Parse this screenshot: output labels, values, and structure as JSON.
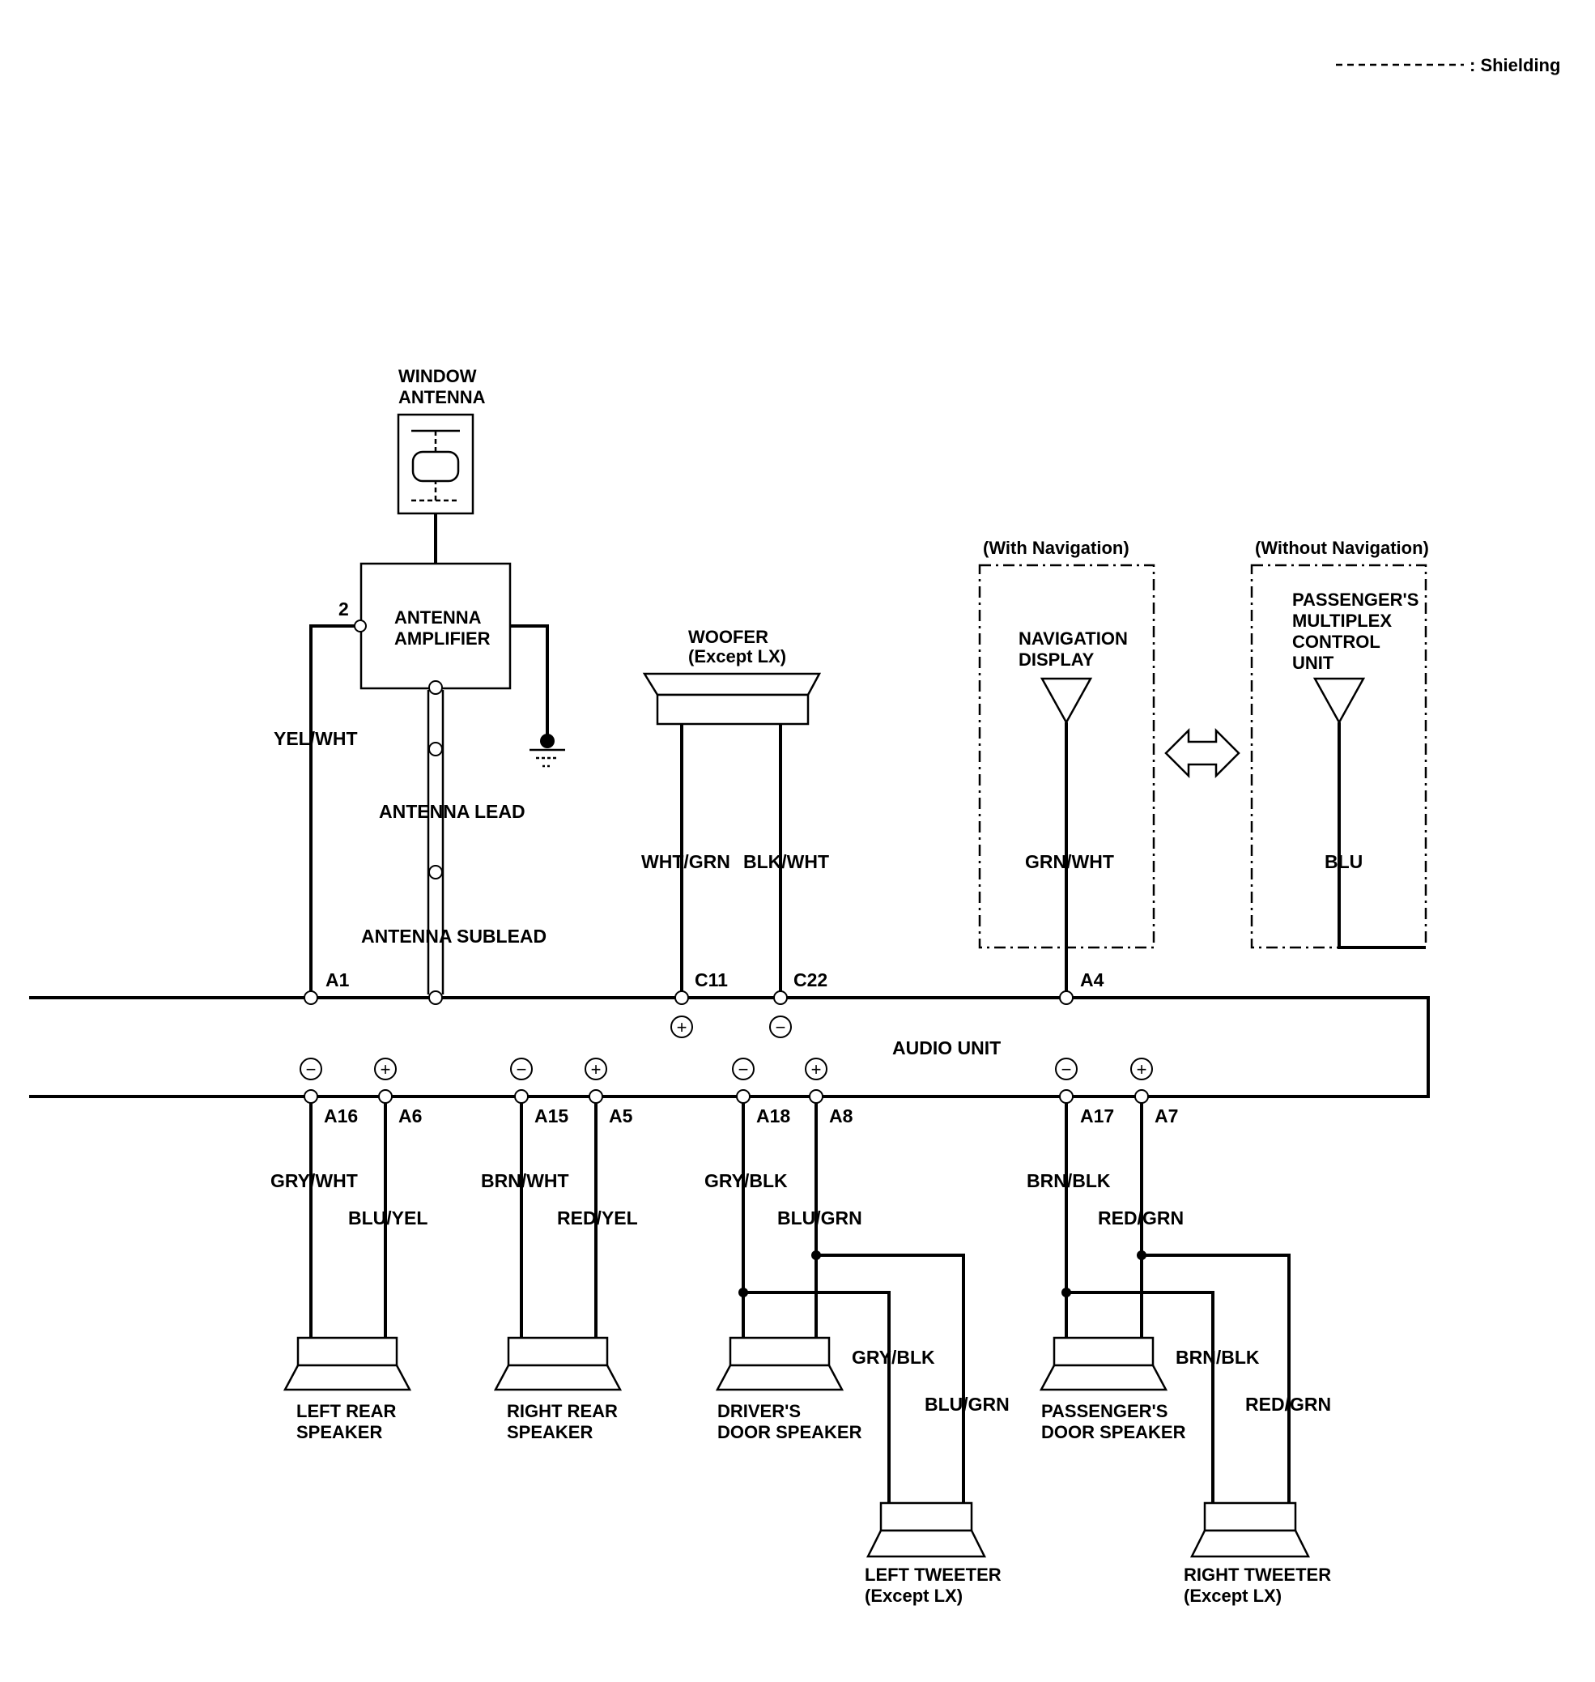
{
  "legend": {
    "shielding_label": ": Shielding"
  },
  "components": {
    "window_antenna": [
      "WINDOW",
      "ANTENNA"
    ],
    "antenna_amplifier": [
      "ANTENNA",
      "AMPLIFIER"
    ],
    "woofer": [
      "WOOFER",
      "(Except LX)"
    ],
    "with_navigation": "(With Navigation)",
    "without_navigation": "(Without Navigation)",
    "navigation_display": [
      "NAVIGATION",
      "DISPLAY"
    ],
    "multiplex_unit": [
      "PASSENGER'S",
      "MULTIPLEX",
      "CONTROL",
      "UNIT"
    ],
    "audio_unit": "AUDIO UNIT",
    "left_rear_speaker": [
      "LEFT REAR",
      "SPEAKER"
    ],
    "right_rear_speaker": [
      "RIGHT REAR",
      "SPEAKER"
    ],
    "drivers_door_speaker": [
      "DRIVER'S",
      "DOOR SPEAKER"
    ],
    "passengers_door_speaker": [
      "PASSENGER'S",
      "DOOR SPEAKER"
    ],
    "left_tweeter": [
      "LEFT TWEETER",
      "(Except LX)"
    ],
    "right_tweeter": [
      "RIGHT TWEETER",
      "(Except LX)"
    ]
  },
  "wires": {
    "yel_wht": "YEL/WHT",
    "antenna_lead": "ANTENNA LEAD",
    "antenna_sublead": "ANTENNA SUBLEAD",
    "wht_grn": "WHT/GRN",
    "blk_wht": "BLK/WHT",
    "grn_wht": "GRN/WHT",
    "blu": "BLU",
    "gry_wht": "GRY/WHT",
    "blu_yel": "BLU/YEL",
    "brn_wht": "BRN/WHT",
    "red_yel": "RED/YEL",
    "gry_blk": "GRY/BLK",
    "blu_grn": "BLU/GRN",
    "brn_blk": "BRN/BLK",
    "red_grn": "RED/GRN"
  },
  "pins": {
    "amp_pin": "2",
    "a1": "A1",
    "c11": "C11",
    "c22": "C22",
    "a4": "A4",
    "a16": "A16",
    "a6": "A6",
    "a15": "A15",
    "a5": "A5",
    "a18": "A18",
    "a8": "A8",
    "a17": "A17",
    "a7": "A7"
  },
  "polarity": {
    "minus": "−",
    "plus": "+"
  }
}
